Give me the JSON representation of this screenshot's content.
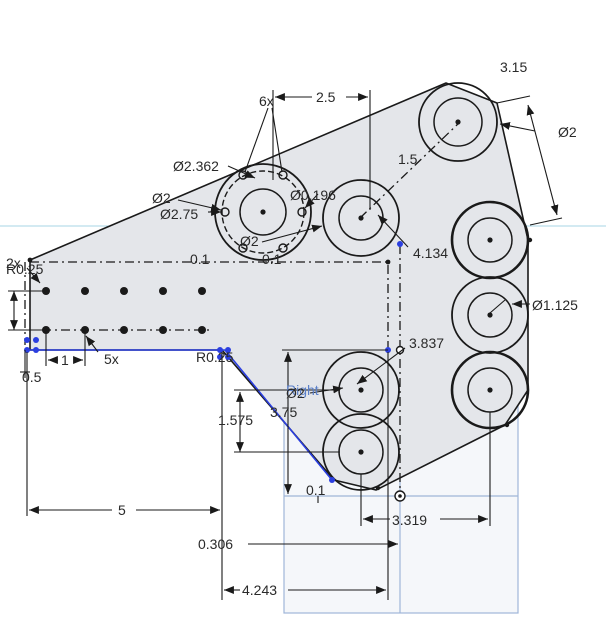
{
  "plane": {
    "name": "Right"
  },
  "dimensions": {
    "d_3_15": "3.15",
    "d_2_5": "2.5",
    "d_6x": "6x",
    "d_phi2_top": "Ø2",
    "d_1_5": "1.5",
    "d_phi2_362": "Ø2.362",
    "d_phi0_196": "Ø0.196",
    "d_phi2_left": "Ø2",
    "d_phi2_75": "Ø2.75",
    "d_phi2_mid": "Ø2",
    "d_4_134": "4.134",
    "d_0_1_a": "0.1",
    "d_0_1_b": "0.1",
    "d_2x": "2x",
    "d_r0_25_left": "R0.25",
    "d_phi1_125": "Ø1.125",
    "d_5x": "5x",
    "d_r0_25_mid": "R0.25",
    "d_1": "1",
    "d_0_5": "0.5",
    "d_3_837": "3.837",
    "d_phi2_low": "Ø2",
    "d_3_75": "3.75",
    "d_1_575": "1.575",
    "d_0_1_c": "0.1",
    "d_3_319": "3.319",
    "d_5": "5",
    "d_0_306": "0.306",
    "d_4_243": "4.243"
  },
  "colors": {
    "sketch_line": "#1a1a1a",
    "fill": "#e6e8ec",
    "constraint_blue": "#2b3fe0",
    "plane_blue": "#9fb6d8",
    "axis_cyan": "#a7d6e6"
  }
}
